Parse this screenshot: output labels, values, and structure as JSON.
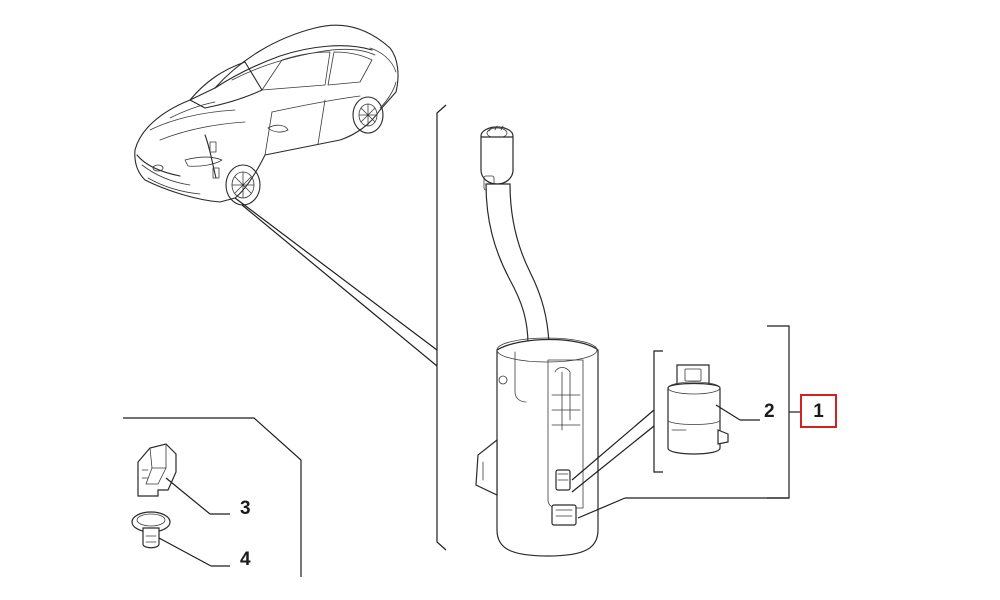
{
  "callouts": {
    "part_1": "1",
    "part_2": "2",
    "part_3": "3",
    "part_4": "4"
  },
  "colors": {
    "line": "#2a2a2a",
    "highlight_box": "#d42020",
    "background": "#ffffff"
  }
}
